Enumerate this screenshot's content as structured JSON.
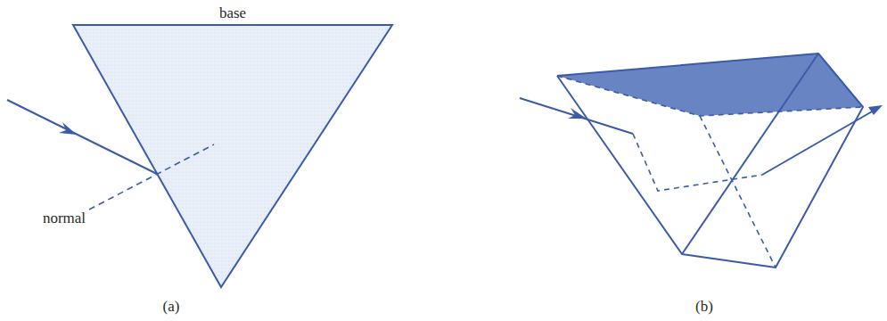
{
  "diagram": {
    "labels": [
      "base",
      "normal",
      "(a)",
      "(b)"
    ]
  }
}
